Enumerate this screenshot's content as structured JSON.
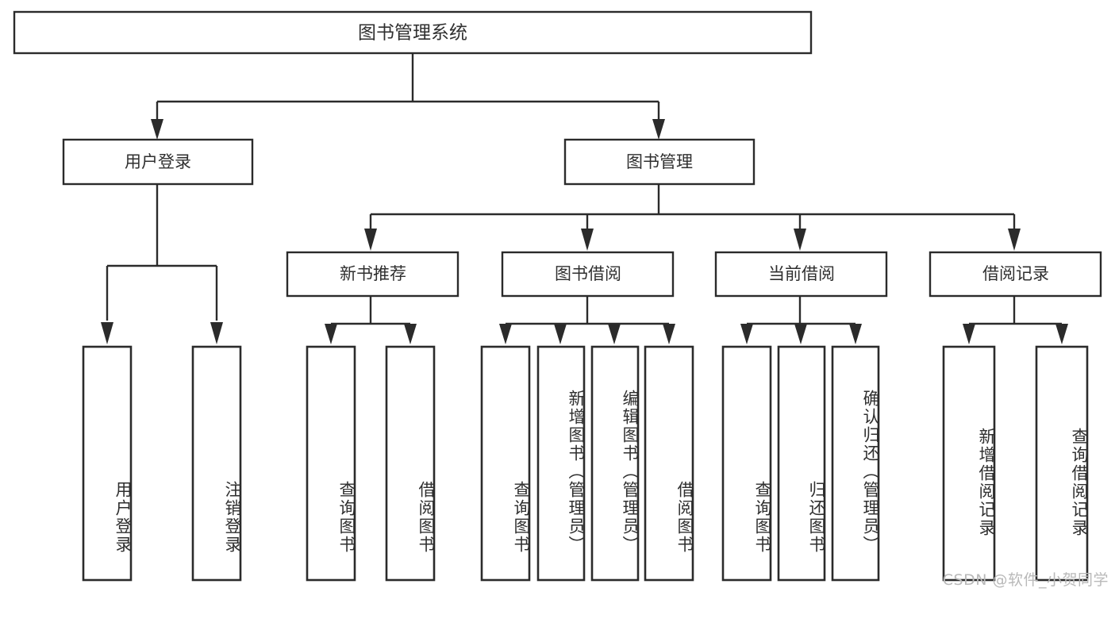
{
  "diagram": {
    "type": "tree-hierarchy-chart",
    "title": "图书管理系统",
    "orientation": "top-down",
    "colors": {
      "stroke": "#2b2b2b",
      "fill": "#ffffff",
      "text": "#2f2f2f",
      "watermark": "#b9b9b9"
    },
    "root": {
      "label": "图书管理系统",
      "level": 0
    },
    "level1": [
      {
        "label": "用户登录",
        "level": 1
      },
      {
        "label": "图书管理",
        "level": 1
      }
    ],
    "level2": [
      {
        "label": "新书推荐",
        "level": 2,
        "parent": "图书管理"
      },
      {
        "label": "图书借阅",
        "level": 2,
        "parent": "图书管理"
      },
      {
        "label": "当前借阅",
        "level": 2,
        "parent": "图书管理"
      },
      {
        "label": "借阅记录",
        "level": 2,
        "parent": "图书管理"
      }
    ],
    "leaves": [
      {
        "label": "用户登录",
        "parent": "用户登录",
        "group": "user-login"
      },
      {
        "label": "注销登录",
        "parent": "用户登录",
        "group": "user-login"
      },
      {
        "label": "查询图书",
        "parent": "新书推荐",
        "group": "new-book-recommend"
      },
      {
        "label": "借阅图书",
        "parent": "新书推荐",
        "group": "new-book-recommend"
      },
      {
        "label": "查询图书",
        "parent": "图书借阅",
        "group": "book-borrow"
      },
      {
        "label": "新增图书（管理员）",
        "parent": "图书借阅",
        "group": "book-borrow"
      },
      {
        "label": "编辑图书（管理员）",
        "parent": "图书借阅",
        "group": "book-borrow"
      },
      {
        "label": "借阅图书",
        "parent": "图书借阅",
        "group": "book-borrow"
      },
      {
        "label": "查询图书",
        "parent": "当前借阅",
        "group": "current-borrow"
      },
      {
        "label": "归还图书",
        "parent": "当前借阅",
        "group": "current-borrow"
      },
      {
        "label": "确认归还（管理员）",
        "parent": "当前借阅",
        "group": "current-borrow"
      },
      {
        "label": "新增借阅记录",
        "parent": "借阅记录",
        "group": "borrow-record"
      },
      {
        "label": "查询借阅记录",
        "parent": "借阅记录",
        "group": "borrow-record"
      }
    ],
    "watermark": "CSDN @软件_小贺同学"
  }
}
